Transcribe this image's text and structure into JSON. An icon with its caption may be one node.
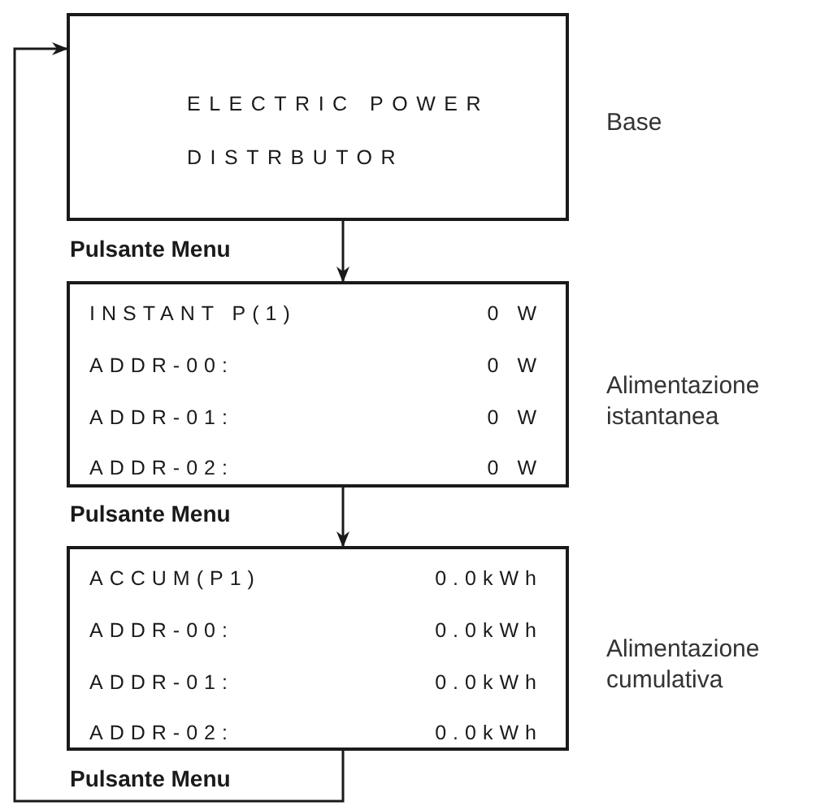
{
  "diagram": {
    "nodes": [
      {
        "text": [
          "ELECTRIC POWER DISTRBUTOR"
        ],
        "beside": [
          "Base"
        ]
      },
      {
        "text": [
          "INSTANT P(1)",
          "0 W",
          "ADDR-00:",
          "0 W",
          "ADDR-01:",
          "0 W",
          "ADDR-02:",
          "0 W"
        ],
        "beside": [
          "Alimentazione istantanea"
        ]
      },
      {
        "text": [
          "ACCUM(P1)",
          "0.0kWh",
          "ADDR-00:",
          "0.0kWh",
          "ADDR-01:",
          "0.0kWh",
          "ADDR-02:",
          "0.0kWh"
        ],
        "beside": [
          "Alimentazione cumulativa"
        ]
      }
    ],
    "edges": [
      {
        "from": 0,
        "to": 1,
        "arrow": "to",
        "label": "Pulsante Menu"
      },
      {
        "from": 1,
        "to": 2,
        "arrow": "to",
        "label": "Pulsante Menu"
      },
      {
        "from": 2,
        "to": 0,
        "arrow": "to",
        "label": "Pulsante Menu"
      }
    ]
  }
}
